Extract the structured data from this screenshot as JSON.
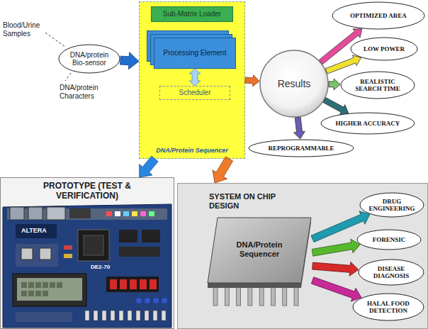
{
  "diagram": {
    "nodes": [
      {
        "text": [
          "DNA/protein Bio-sensor"
        ]
      },
      {
        "text": [
          "DNA/Protein Sequencer"
        ]
      },
      {
        "text": [
          "Sub-Matrix Loader"
        ],
        "in": 1
      },
      {
        "text": [
          "Processing Element"
        ],
        "in": 1
      },
      {
        "text": [
          "Scheduler"
        ],
        "in": 1
      },
      {
        "text": [
          "Results"
        ]
      },
      {
        "text": [
          "OPTIMIZED AREA"
        ]
      },
      {
        "text": [
          "LOW POWER"
        ]
      },
      {
        "text": [
          "REALISTIC SEARCH TIME"
        ]
      },
      {
        "text": [
          "HIGHER ACCURACY"
        ]
      },
      {
        "text": [
          "REPROGRAMMABLE"
        ]
      },
      {
        "text": [
          "PROTOTYPE (TEST & VERIFICATION)"
        ]
      },
      {
        "text": [
          "SYSTEM ON CHIP DESIGN"
        ]
      },
      {
        "text": [
          "DNA/Protein Sequencer"
        ],
        "in": 12
      },
      {
        "text": [
          "DRUG ENGINEERING"
        ],
        "in": 12
      },
      {
        "text": [
          "FORENSIC"
        ],
        "in": 12
      },
      {
        "text": [
          "DISEASE DIAGNOSIS"
        ],
        "in": 12
      },
      {
        "text": [
          "HALAL FOOD DETECTION"
        ],
        "in": 12
      }
    ],
    "edges": [
      {
        "from": 0,
        "to": 1,
        "arrow": "to"
      },
      {
        "from": 3,
        "to": 4,
        "arrow": "both"
      },
      {
        "from": 1,
        "to": 5,
        "arrow": "to"
      },
      {
        "from": 5,
        "to": 6,
        "arrow": "to"
      },
      {
        "from": 5,
        "to": 7,
        "arrow": "to"
      },
      {
        "from": 5,
        "to": 8,
        "arrow": "to"
      },
      {
        "from": 5,
        "to": 9,
        "arrow": "to"
      },
      {
        "from": 5,
        "to": 10,
        "arrow": "to"
      },
      {
        "from": 1,
        "to": 11,
        "arrow": "to"
      },
      {
        "from": 1,
        "to": 12,
        "arrow": "to"
      },
      {
        "from": 13,
        "to": 14,
        "arrow": "to"
      },
      {
        "from": 13,
        "to": 15,
        "arrow": "to"
      },
      {
        "from": 13,
        "to": 16,
        "arrow": "to"
      },
      {
        "from": 13,
        "to": 17,
        "arrow": "to"
      }
    ],
    "labels": [
      "Blood/Urine Samples",
      "DNA/protein Characters",
      "ALTERA",
      "DE2-70"
    ]
  }
}
